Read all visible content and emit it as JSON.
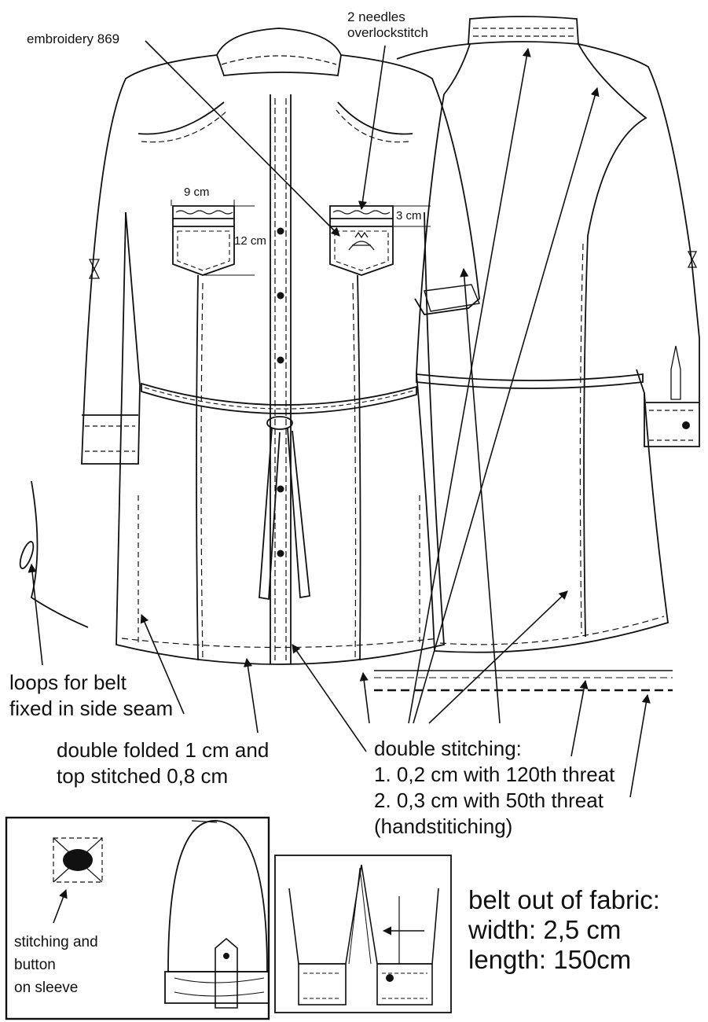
{
  "labels": {
    "embroidery": "embroidery 869",
    "needles": [
      "2 needles",
      "overlockstitch"
    ],
    "pocket_width": "9 cm",
    "pocket_height": "12 cm",
    "flap_height": "3 cm",
    "loops": [
      "loops for belt",
      "fixed in side seam"
    ],
    "hem": [
      "double folded 1 cm and",
      "top stitched 0,8 cm"
    ],
    "double_stitching": [
      "double stitching:",
      "1. 0,2 cm with 120th threat",
      "2. 0,3 cm with 50th threat",
      "(handstitiching)"
    ],
    "sleeve_button": [
      "stitching and",
      "button",
      "on sleeve"
    ],
    "belt": [
      "belt out of fabric:",
      "width: 2,5 cm",
      "length: 150cm"
    ]
  },
  "colors": {
    "line": "#111111",
    "background": "#ffffff"
  }
}
